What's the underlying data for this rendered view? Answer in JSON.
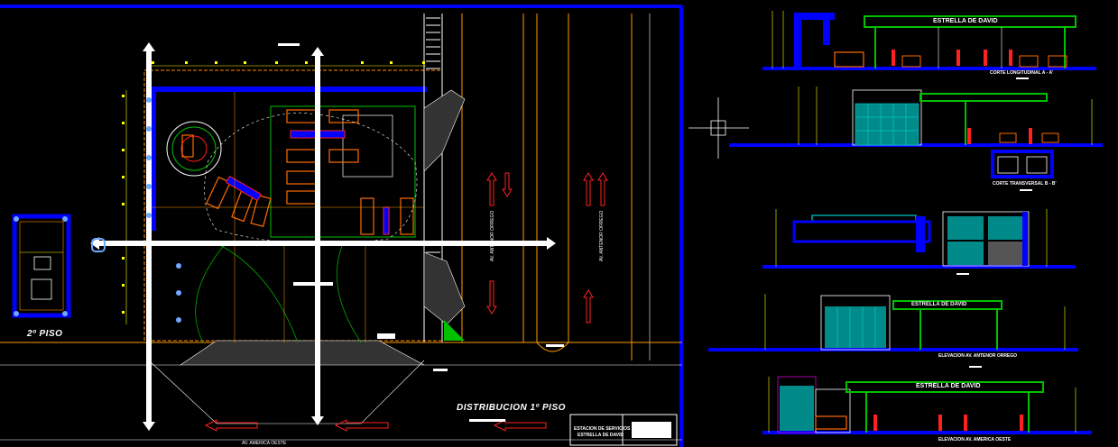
{
  "drawing": {
    "background": "#000000",
    "titles": {
      "first_floor": "DISTRIBUCION 1º PISO",
      "second_floor": "2º PISO"
    },
    "streets": {
      "bottom": "AV. AMERICA OESTE",
      "vertical_left": "AV. ANTENOR ORREGO",
      "vertical_right": "AV. ANTENOR ORREGO"
    },
    "title_block": {
      "line1": "ESTACION DE SERVICIOS",
      "line2": "ESTRELLA DE DAVID"
    },
    "sections": [
      {
        "id": "corte-aa",
        "label": "CORTE LONGITUDINAL  A - A'",
        "sign": "ESTRELLA DE DAVID"
      },
      {
        "id": "corte-bb",
        "label": "CORTE TRANSVERSAL B - B'"
      },
      {
        "id": "corte-cc",
        "label": ""
      },
      {
        "id": "elev-antenor",
        "label": "ELEVACION AV. ANTENOR ORREGO",
        "sign": "ESTRELLA DE DAVID"
      },
      {
        "id": "elev-america",
        "label": "ELEVACION AV. AMERICA OESTE",
        "sign": "ESTRELLA DE DAVID"
      }
    ],
    "colors": {
      "wall": "#0000ff",
      "axis": "#ffffff",
      "dimension": "#ffff00",
      "parking": "#ff6a00",
      "canopy": "#00c000",
      "glass": "#00b0b0",
      "road": "#ff9a00",
      "red": "#ff2020"
    }
  }
}
